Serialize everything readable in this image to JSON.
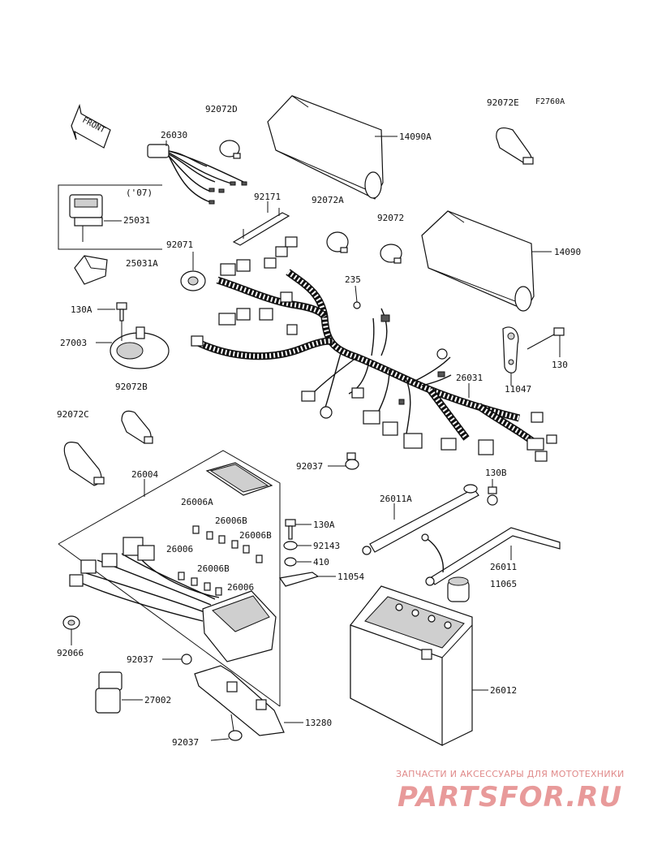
{
  "figure_code": "F2760A",
  "front_label": "FRONT",
  "year_note": "('07)",
  "parts": {
    "p26030": "26030",
    "p92072D": "92072D",
    "p14090A": "14090A",
    "p92072E": "92072E",
    "p25031": "25031",
    "p92171": "92171",
    "p92072A": "92072A",
    "p92072": "92072",
    "p14090": "14090",
    "p92071": "92071",
    "p25031A": "25031A",
    "p235": "235",
    "p130A_top": "130A",
    "p27003": "27003",
    "p130_right": "130",
    "p11047": "11047",
    "p26031": "26031",
    "p92072B": "92072B",
    "p92072C": "92072C",
    "p92037_mid": "92037",
    "p26004": "26004",
    "p130B": "130B",
    "p26006A": "26006A",
    "p26011A": "26011A",
    "p130A_mid": "130A",
    "p26006B_1": "26006B",
    "p26006B_2": "26006B",
    "p92143": "92143",
    "p26006_1": "26006",
    "p410": "410",
    "p26006B_3": "26006B",
    "p26011": "26011",
    "p11054": "11054",
    "p26006_2": "26006",
    "p11065": "11065",
    "p92066": "92066",
    "p92037_low": "92037",
    "p27002": "27002",
    "p26012": "26012",
    "p13280": "13280",
    "p92037_bottom": "92037"
  },
  "watermark": {
    "tagline": "ЗАПЧАСТИ И АКСЕССУАРЫ ДЛЯ МОТОТЕХНИКИ",
    "logo": "PARTSFOR.RU"
  }
}
